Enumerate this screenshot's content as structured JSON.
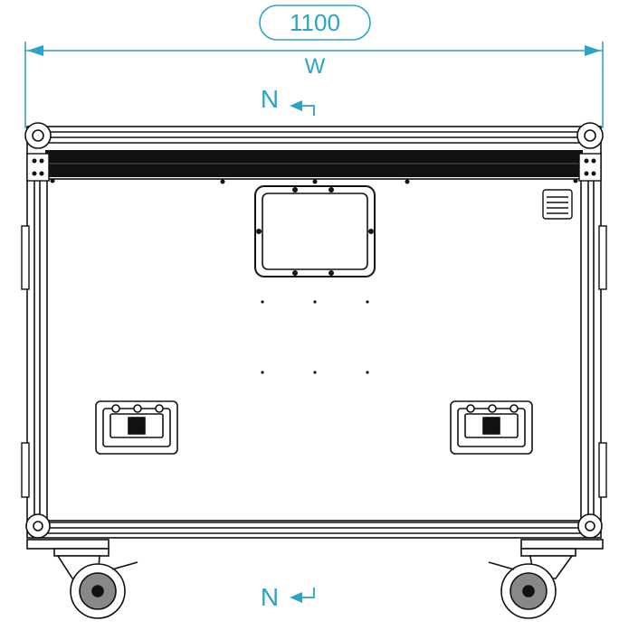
{
  "dimension": {
    "value_label": "1100",
    "symbol_label": "W",
    "color": "#2aa3c4"
  },
  "section_marks": {
    "top_label": "N",
    "bottom_label": "N",
    "color": "#2aa3c4"
  },
  "line_color": "#111111"
}
